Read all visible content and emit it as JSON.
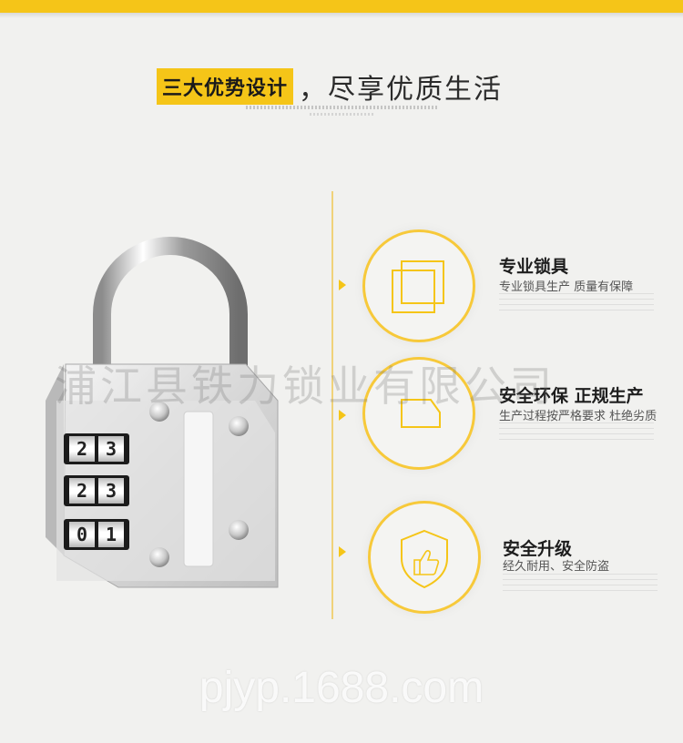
{
  "header": {
    "highlight": "三大优势设计",
    "rest": "，尽享优质生活"
  },
  "lock": {
    "dials": [
      [
        "2",
        "3"
      ],
      [
        "2",
        "3"
      ],
      [
        "0",
        "1"
      ]
    ]
  },
  "features": [
    {
      "title": "专业锁具",
      "subtitle": "专业锁具生产 质量有保障",
      "icon": "squares-icon"
    },
    {
      "title": "安全环保 正规生产",
      "subtitle": "生产过程按严格要求 杜绝劣质",
      "icon": "tag-icon"
    },
    {
      "title": "安全升级",
      "subtitle": "经久耐用、安全防盗",
      "icon": "shield-thumb-icon"
    }
  ],
  "watermark": "浦江县铁力锁业有限公司",
  "domain": "pjyp.1688.com",
  "colors": {
    "accent": "#f5c518",
    "background": "#f1f1ef"
  }
}
